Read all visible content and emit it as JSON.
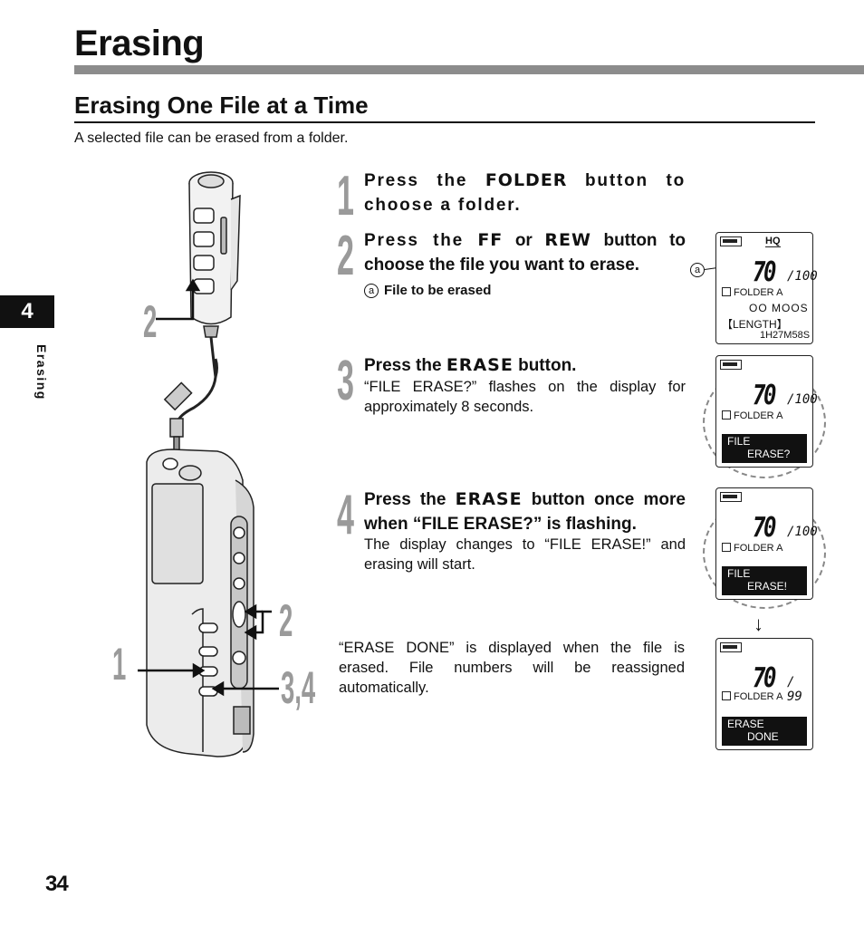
{
  "header": {
    "title": "Erasing"
  },
  "section": {
    "title": "Erasing One File at a Time",
    "intro": "A selected file can be erased from a folder."
  },
  "sidebar": {
    "chapter_number": "4",
    "chapter_label": "Erasing"
  },
  "footer": {
    "page_number": "34"
  },
  "steps": [
    {
      "number": "1",
      "text_pre": "Press the ",
      "keyword": "FOLDER",
      "text_post": " button to choose a folder."
    },
    {
      "number": "2",
      "text_pre": "Press the ",
      "keyword": "FF",
      "text_mid": " or ",
      "keyword2": "REW",
      "text_post": " button to choose the file you want to erase.",
      "callout_letter": "a",
      "callout_text": "File to be erased"
    },
    {
      "number": "3",
      "text_pre": "Press the ",
      "keyword": "ERASE",
      "text_post": " button.",
      "note": "“FILE ERASE?” flashes on the display for approximately 8 seconds."
    },
    {
      "number": "4",
      "text_pre": "Press the ",
      "keyword": "ERASE",
      "text_post": " button once more when “FILE ERASE?” is flashing.",
      "note": "The display changes to “FILE ERASE!” and erasing will start."
    }
  ],
  "final_note": "“ERASE DONE” is displayed when the file is erased. File numbers will be reassigned automatically.",
  "figure_labels": {
    "label_2_top": "2",
    "label_2_side": "2",
    "label_1": "1",
    "label_34": "3,4",
    "arrow_down": "↓"
  },
  "displays": [
    {
      "quality": "HQ",
      "file_number": "70",
      "total": "/100",
      "folder": "FOLDER A",
      "filename": "OO MOOS",
      "length_label": "【LENGTH】",
      "length_value": "1H27M58S",
      "callout": "a"
    },
    {
      "file_number": "70",
      "total": "/100",
      "folder": "FOLDER A",
      "msg_line1": "FILE",
      "msg_line2": "ERASE?"
    },
    {
      "file_number": "70",
      "total": "/100",
      "folder": "FOLDER A",
      "msg_line1": "FILE",
      "msg_line2": "ERASE!"
    },
    {
      "file_number": "70",
      "total": "/ 99",
      "folder": "FOLDER A",
      "msg_line1": "ERASE",
      "msg_line2": "DONE"
    }
  ]
}
